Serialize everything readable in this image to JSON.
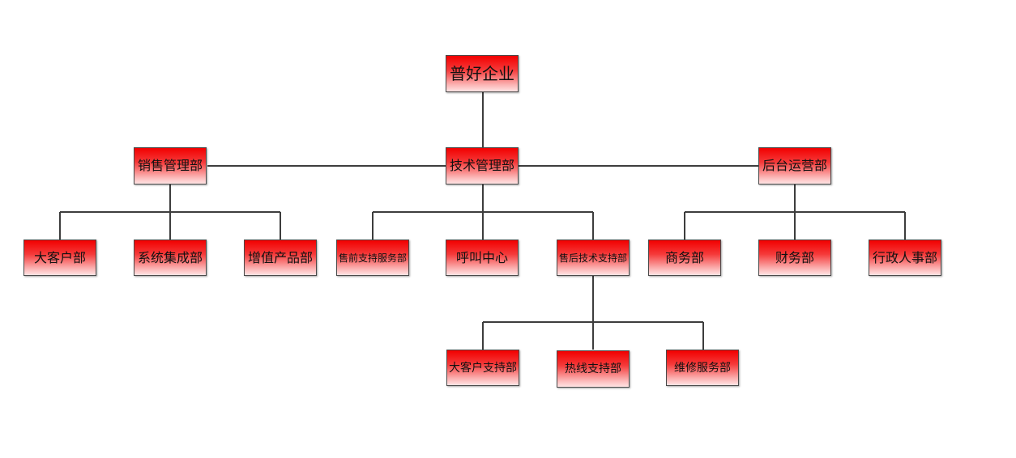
{
  "org_chart": {
    "root": {
      "id": "root",
      "label": "普好企业"
    },
    "nodes": [
      {
        "id": "sales",
        "label": "销售管理部",
        "parent": "root"
      },
      {
        "id": "tech",
        "label": "技术管理部",
        "parent": "root"
      },
      {
        "id": "backoffice",
        "label": "后台运营部",
        "parent": "root"
      },
      {
        "id": "key-accounts",
        "label": "大客户部",
        "parent": "sales"
      },
      {
        "id": "system-integration",
        "label": "系统集成部",
        "parent": "sales"
      },
      {
        "id": "value-added",
        "label": "增值产品部",
        "parent": "sales"
      },
      {
        "id": "presales-support",
        "label": "售前支持服务部",
        "parent": "tech"
      },
      {
        "id": "call-center",
        "label": "呼叫中心",
        "parent": "tech"
      },
      {
        "id": "aftersales-support",
        "label": "售后技术支持部",
        "parent": "tech"
      },
      {
        "id": "business",
        "label": "商务部",
        "parent": "backoffice"
      },
      {
        "id": "finance",
        "label": "财务部",
        "parent": "backoffice"
      },
      {
        "id": "admin-hr",
        "label": "行政人事部",
        "parent": "backoffice"
      },
      {
        "id": "key-account-support",
        "label": "大客户支持部",
        "parent": "aftersales-support"
      },
      {
        "id": "hotline-support",
        "label": "热线支持部",
        "parent": "aftersales-support"
      },
      {
        "id": "maintenance-service",
        "label": "维修服务部",
        "parent": "aftersales-support"
      }
    ]
  },
  "colors": {
    "node_top": "#f20000",
    "node_bottom": "#ffe4e4",
    "border": "#4a4a4a",
    "connector": "#3d3d3d",
    "text": "#111111"
  }
}
